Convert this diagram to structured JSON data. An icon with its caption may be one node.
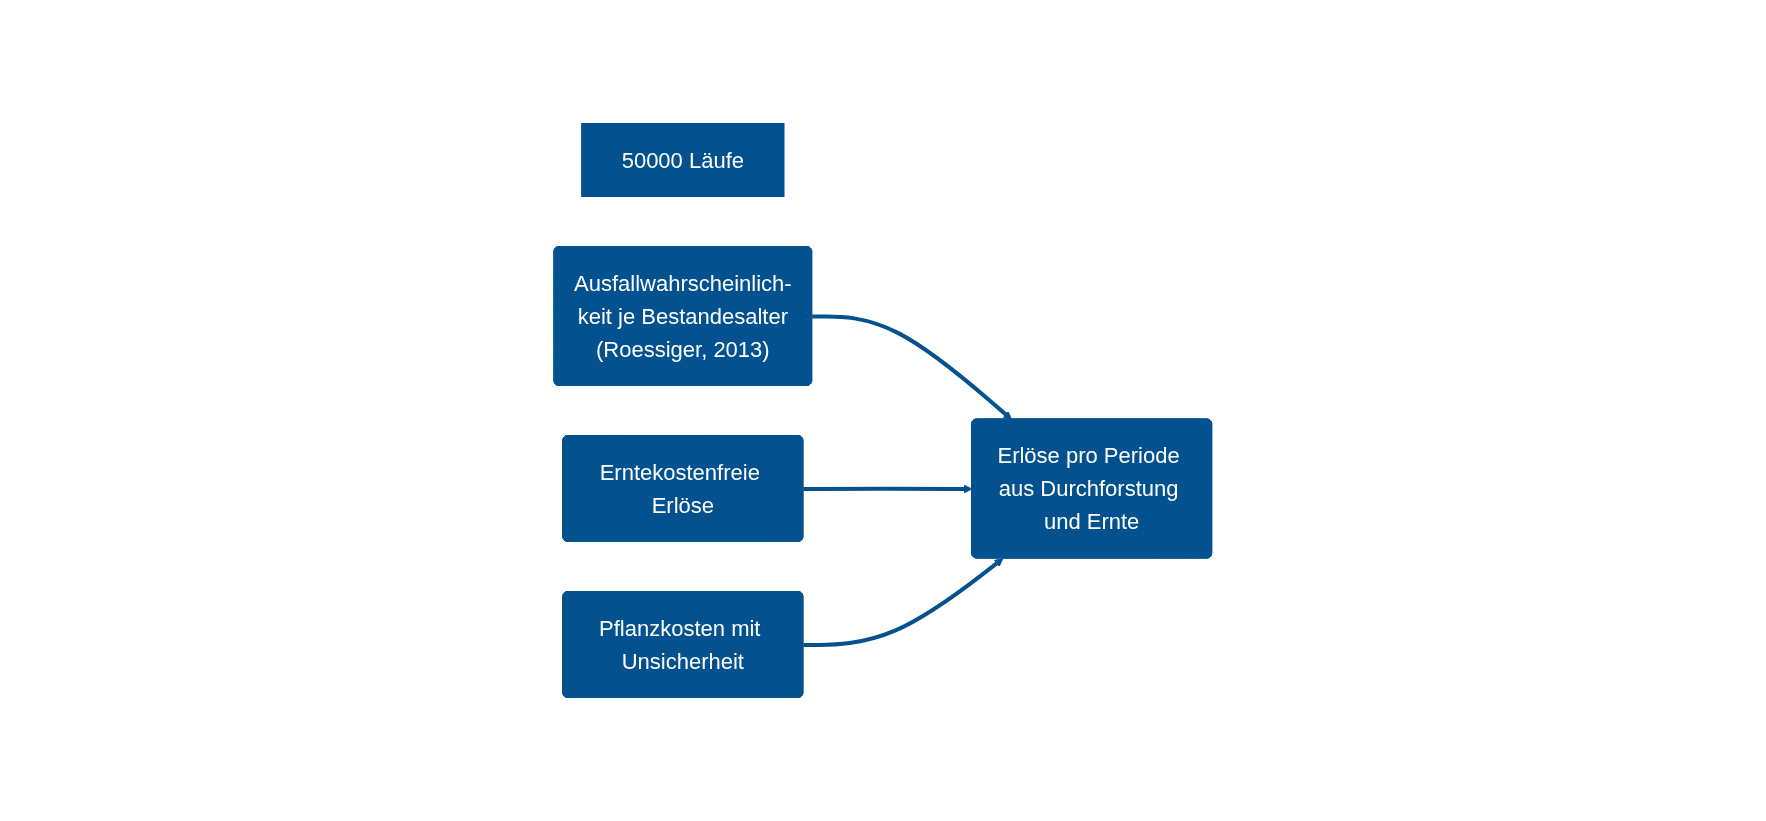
{
  "diagram": {
    "nodes": [
      {
        "text": [
          "50000 Läufe"
        ]
      },
      {
        "text": [
          "Ausfallwahrscheinlich-keit je Bestandesalter",
          "(Roessiger, 2013)"
        ]
      },
      {
        "text": [
          "Erntekostenfreie Erlöse"
        ]
      },
      {
        "text": [
          "Pflanzkosten mit Unsicherheit"
        ]
      },
      {
        "text": [
          "Erlöse pro Periode aus Durchforstung und Ernte"
        ]
      }
    ],
    "edges": [
      {
        "from": 1,
        "to": 4,
        "arrow": "to"
      },
      {
        "from": 2,
        "to": 4,
        "arrow": "to"
      },
      {
        "from": 3,
        "to": 4,
        "arrow": "to"
      }
    ]
  }
}
